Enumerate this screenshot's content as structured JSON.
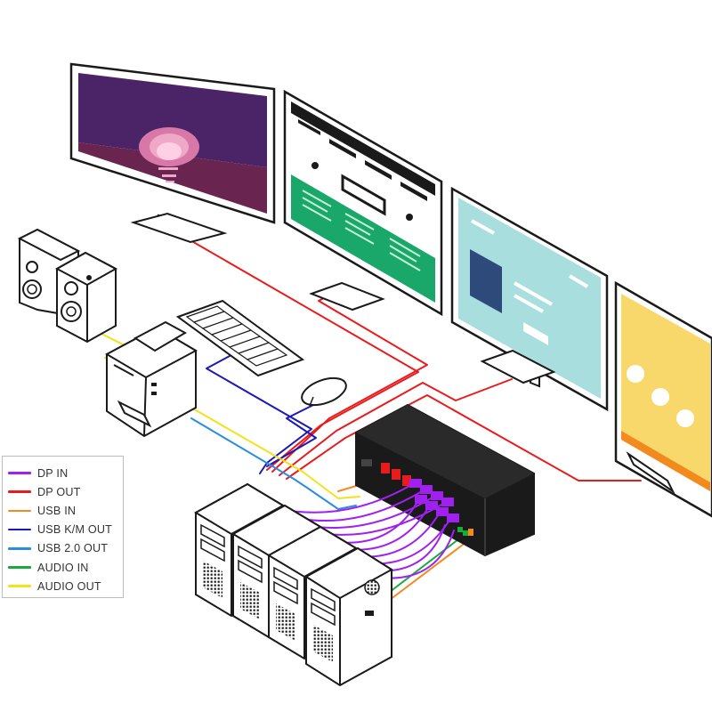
{
  "legend": {
    "items": [
      {
        "label": "DP IN",
        "color": "#a020f0"
      },
      {
        "label": "DP OUT",
        "color": "#e81c1c"
      },
      {
        "label": "USB IN",
        "color": "#f28a1e"
      },
      {
        "label": "USB K/M OUT",
        "color": "#1a1ab8"
      },
      {
        "label": "USB 2.0 OUT",
        "color": "#2a8de0"
      },
      {
        "label": "AUDIO IN",
        "color": "#1aaa3a"
      },
      {
        "label": "AUDIO OUT",
        "color": "#f2e21a"
      }
    ]
  },
  "colors": {
    "outline": "#1a1a1a",
    "monitor1_sky": "#4a2466",
    "monitor1_sea": "#6a2450",
    "monitor1_sun": "#f0a8c8",
    "monitor2_green": "#1aa86a",
    "monitor3_bg": "#a8dede",
    "monitor3_block": "#2e4a7a",
    "monitor4_bg": "#f8d86a",
    "monitor4_stripe": "#f28a1e",
    "switch_body": "#1a1a1a"
  },
  "icons": [
    "speaker-icon",
    "printer-icon",
    "keyboard-icon",
    "mouse-icon",
    "kvm-switch-icon",
    "computer-tower-icon",
    "monitor-icon"
  ]
}
